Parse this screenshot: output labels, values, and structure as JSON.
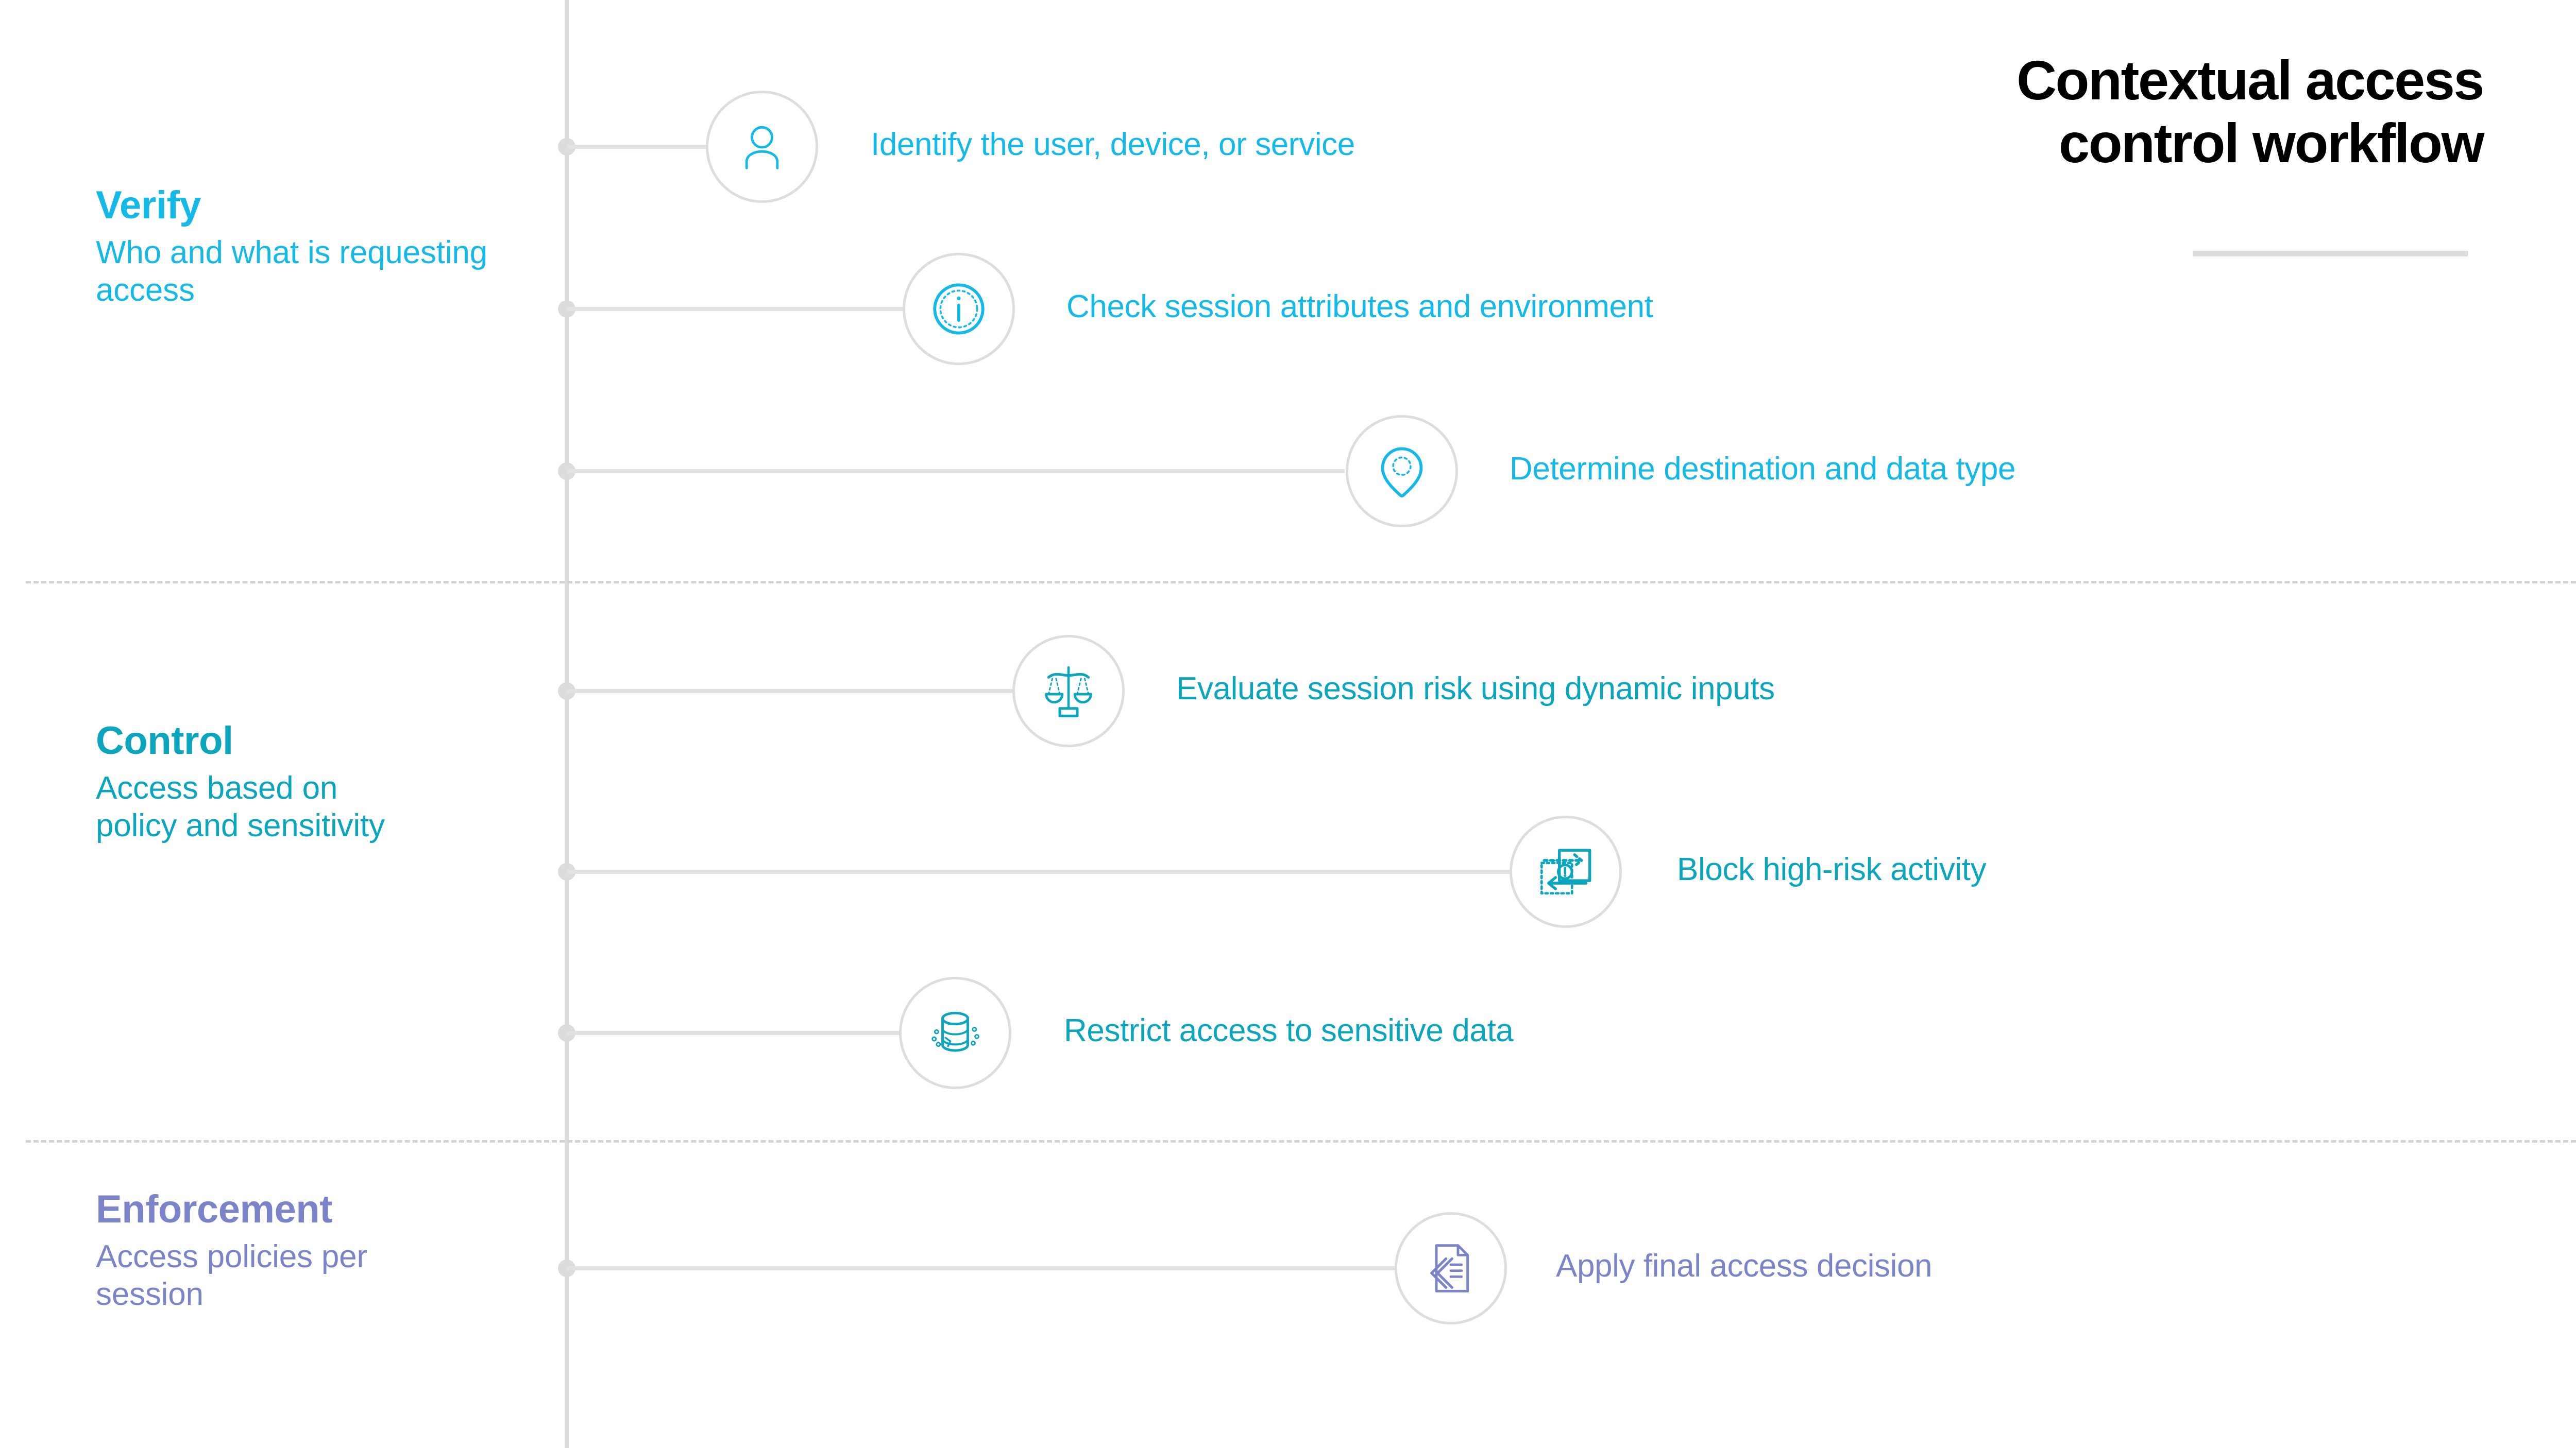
{
  "title": {
    "line1": "Contextual access",
    "line2": "control workflow"
  },
  "colors": {
    "verify": "#14b9e8",
    "control": "#0ba5bd",
    "enforcement": "#7b84c8",
    "line": "#dcdcdc",
    "title": "#000000"
  },
  "sections": [
    {
      "key": "verify",
      "title": "Verify",
      "subtitle": "Who and what is requesting access",
      "color": "#14b9e8"
    },
    {
      "key": "control",
      "title": "Control",
      "subtitle": "Access based on policy and sensitivity",
      "color": "#0ba5bd"
    },
    {
      "key": "enforcement",
      "title": "Enforcement",
      "subtitle": "Access policies per session",
      "color": "#7b84c8"
    }
  ],
  "steps": [
    {
      "id": 1,
      "section": "verify",
      "icon": "user-icon",
      "label": "Identify the user, device, or service",
      "color": "#14b9e8"
    },
    {
      "id": 2,
      "section": "verify",
      "icon": "info-icon",
      "label": "Check session attributes and environment",
      "color": "#14b9e8"
    },
    {
      "id": 3,
      "section": "verify",
      "icon": "location-pin-icon",
      "label": "Determine destination and data type",
      "color": "#14b9e8"
    },
    {
      "id": 4,
      "section": "control",
      "icon": "balance-scales-icon",
      "label": "Evaluate session risk using dynamic inputs",
      "color": "#0ba5bd"
    },
    {
      "id": 5,
      "section": "control",
      "icon": "block-transfer-icon",
      "label": "Block high-risk activity",
      "color": "#0ba5bd"
    },
    {
      "id": 6,
      "section": "control",
      "icon": "database-icon",
      "label": "Restrict access to sensitive data",
      "color": "#0ba5bd"
    },
    {
      "id": 7,
      "section": "enforcement",
      "icon": "document-decision-icon",
      "label": "Apply final access decision",
      "color": "#7b84c8"
    }
  ]
}
